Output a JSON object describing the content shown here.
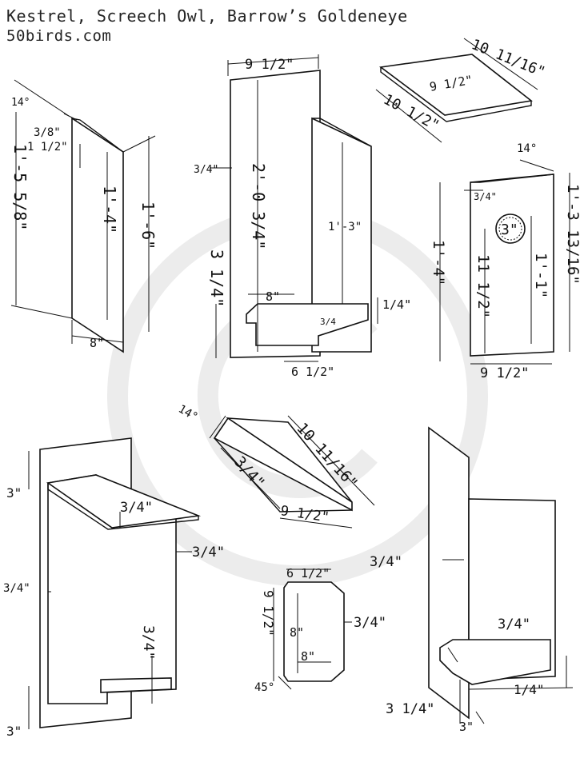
{
  "header": {
    "title": "Kestrel, Screech Owl, Barrow’s Goldeneye",
    "site": "50birds.com"
  },
  "labels": {
    "a1": "14°",
    "a2": "3/8\"",
    "a3": "1 1/2\"",
    "a4": "1'-5 5/8\"",
    "a5": "1'-4\"",
    "a6": "1'-6\"",
    "a7": "8\"",
    "b1": "9 1/2\"",
    "b2": "3/4\"",
    "b3": "2'-0 3/4\"",
    "b4": "1'-3\"",
    "b5": "3 1/4\"",
    "b6": "8\"",
    "b7": "1/4\"",
    "b8": "3/4",
    "b9": "6 1/2\"",
    "c1": "10 11/16\"",
    "c2": "9 1/2\"",
    "c3": "10 1/2\"",
    "d1": "14°",
    "d2": "3/4\"",
    "d3": "3\"",
    "d4": "11 1/2\"",
    "d5": "1'-1\"",
    "d6": "1'-4\"",
    "d7": "1'-3 13/16\"",
    "d8": "9 1/2\"",
    "e1": "14°",
    "e2": "10 11/16\"",
    "e3": "3/4\"",
    "e4": "9 1/2\"",
    "f1": "3\"",
    "f2": "3/4\"",
    "f3": "3/4\"",
    "f4": "3/4\"",
    "f5": "3/4\"",
    "f6": "3\"",
    "g1": "6 1/2\"",
    "g2": "9 1/2\"",
    "g3": "8\"",
    "g4": "8\"",
    "g5": "3/4\"",
    "g6": "45°",
    "h1": "3/4\"",
    "h2": "3/4\"",
    "h3": "1/4\"",
    "h4": "3 1/4\"",
    "h5": "3\""
  }
}
